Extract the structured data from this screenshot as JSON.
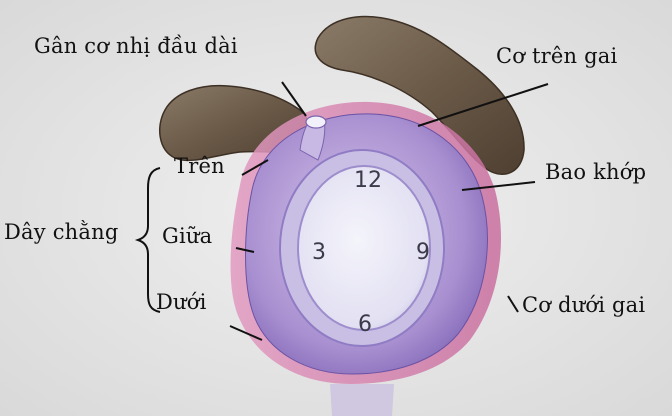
{
  "labels": {
    "biceps_long_head": "Gân cơ nhị đầu dài",
    "supraspinatus": "Cơ trên gai",
    "capsule": "Bao khớp",
    "infraspinatus": "Cơ dưới gai",
    "ligaments": "Dây chằng",
    "superior": "Trên",
    "middle": "Giữa",
    "inferior": "Dưới"
  },
  "clock_positions": {
    "twelve": "12",
    "three": "3",
    "six": "6",
    "nine": "9"
  }
}
